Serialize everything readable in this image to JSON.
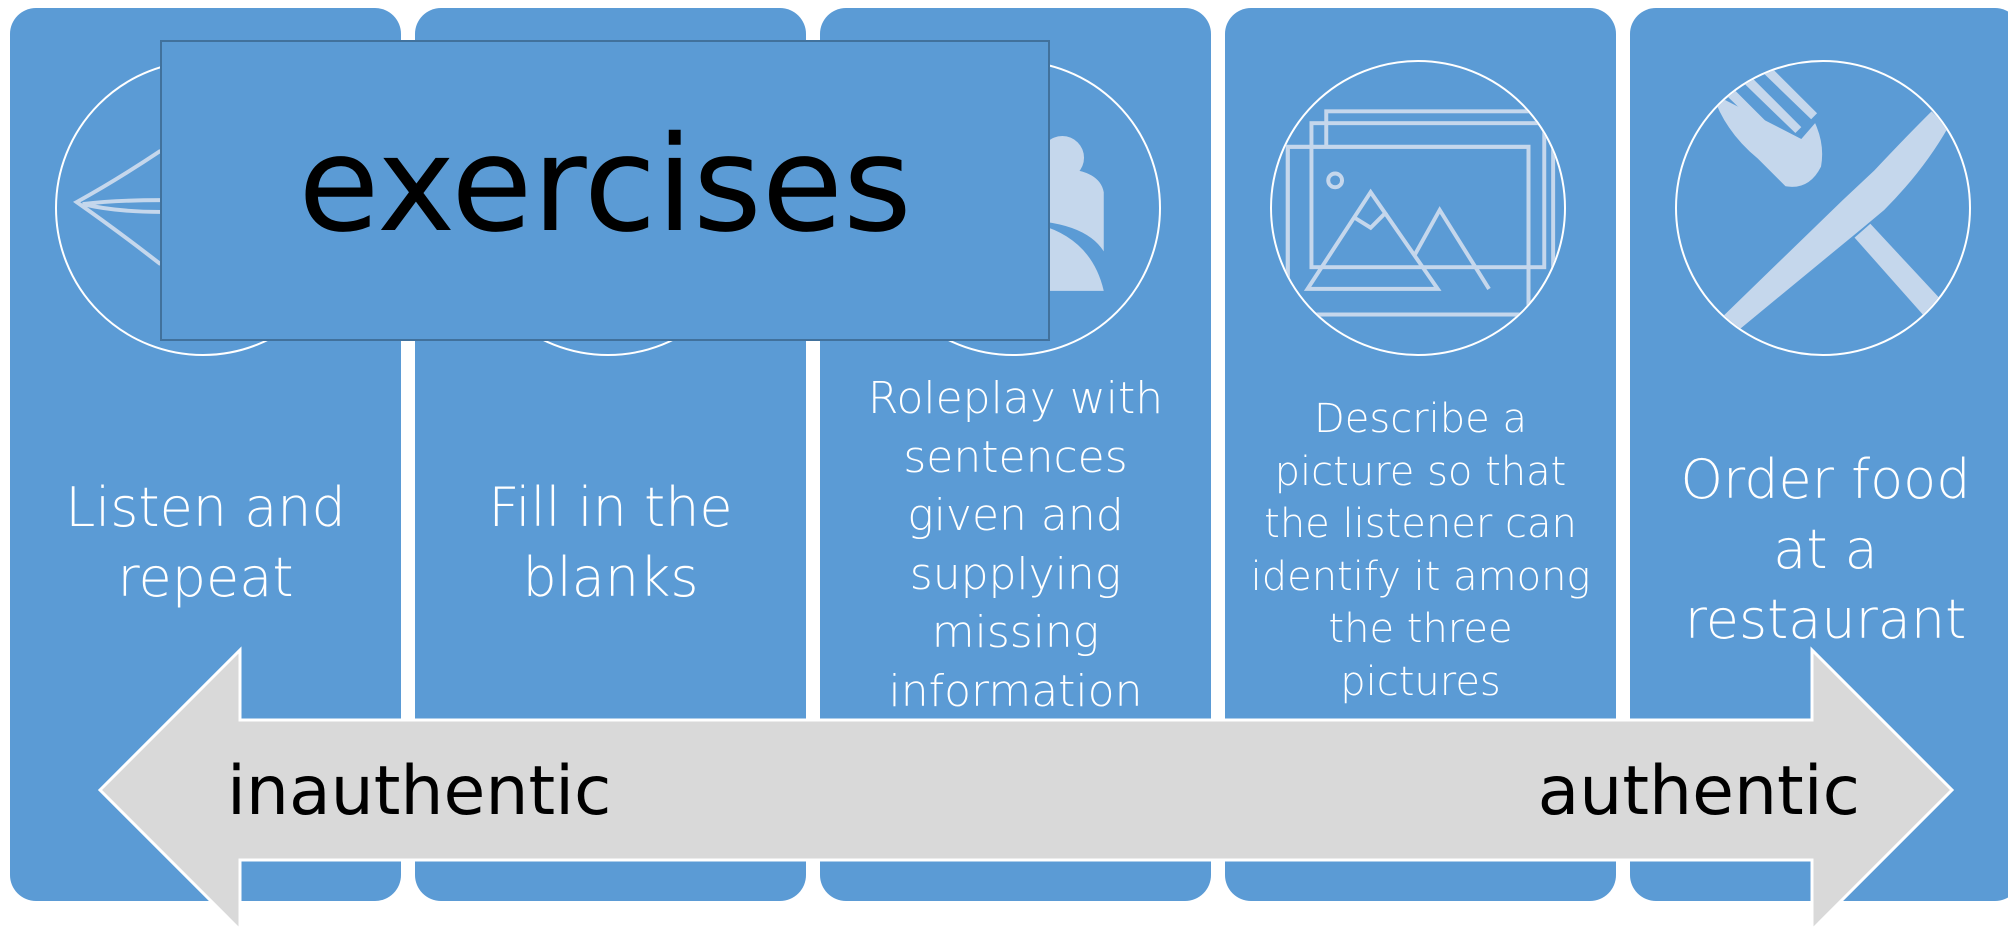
{
  "title": "exercises",
  "colors": {
    "card": "#5b9bd5",
    "icon": "#c5d7ec",
    "arrow": "#d9d9d9",
    "title_border": "#41719c"
  },
  "cards": [
    {
      "text": "Listen and\nrepeat",
      "icon": "speech-bubble-icon"
    },
    {
      "text": "Fill in the\nblanks",
      "icon": "worksheet-icon"
    },
    {
      "text": "Roleplay with\nsentences\ngiven and\nsupplying\nmissing\ninformation",
      "icon": "people-icon"
    },
    {
      "text": "Describe a\npicture so that\nthe listener can\nidentify it among\nthe three\npictures",
      "icon": "pictures-icon"
    },
    {
      "text": "Order food\nat a\nrestaurant",
      "icon": "fork-knife-icon"
    }
  ],
  "scale": {
    "left_label": "inauthentic",
    "right_label": "authentic"
  }
}
